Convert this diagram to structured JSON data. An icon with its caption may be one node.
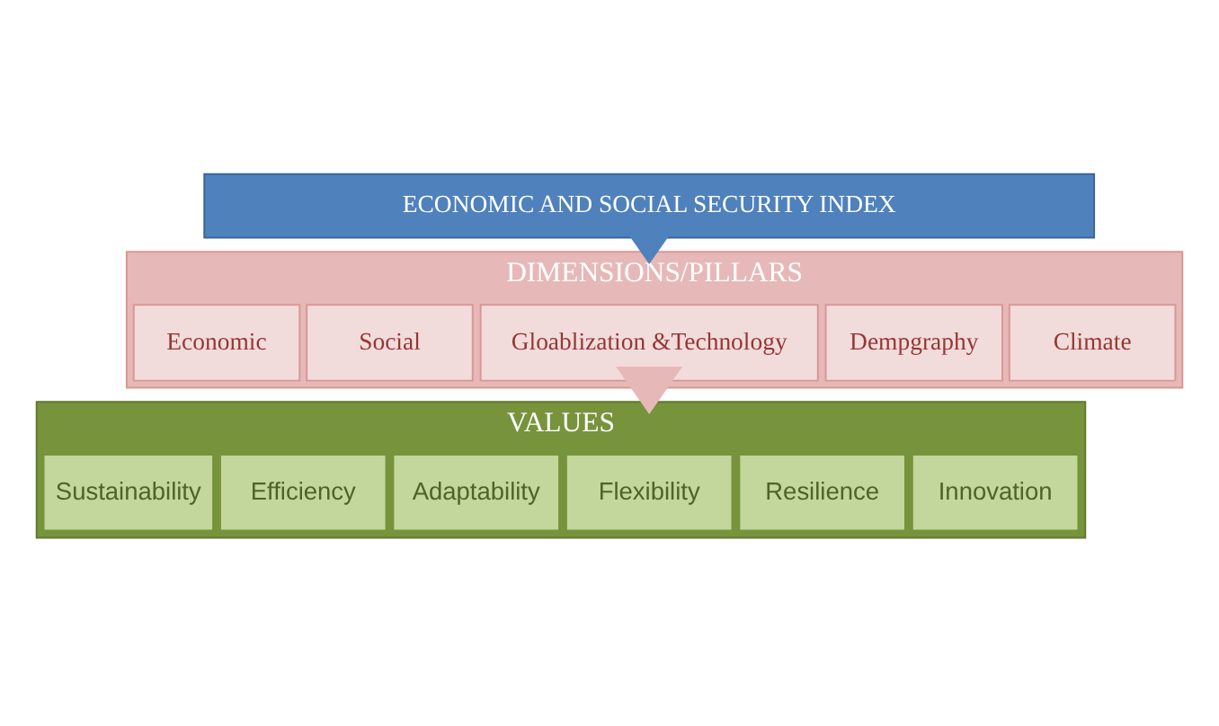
{
  "diagram": {
    "nodes": [
      {
        "text": [
          "ECONOMIC AND SOCIAL SECURITY INDEX"
        ]
      },
      {
        "text": [
          "DIMENSIONS/PILLARS"
        ]
      },
      {
        "text": [
          "Economic"
        ],
        "in": 1
      },
      {
        "text": [
          "Social"
        ],
        "in": 1
      },
      {
        "text": [
          "Gloablization &Technology"
        ],
        "in": 1
      },
      {
        "text": [
          "Dempgraphy"
        ],
        "in": 1
      },
      {
        "text": [
          "Climate"
        ],
        "in": 1
      },
      {
        "text": [
          "VALUES"
        ]
      },
      {
        "text": [
          "Sustainability"
        ],
        "in": 7
      },
      {
        "text": [
          "Efficiency"
        ],
        "in": 7
      },
      {
        "text": [
          "Adaptability"
        ],
        "in": 7
      },
      {
        "text": [
          "Flexibility"
        ],
        "in": 7
      },
      {
        "text": [
          "Resilience"
        ],
        "in": 7
      },
      {
        "text": [
          "Innovation"
        ],
        "in": 7
      }
    ],
    "edges": [
      {
        "from": 0,
        "to": 1,
        "arrow": "to",
        "style": "thick",
        "color": "#4f81bd"
      },
      {
        "from": 1,
        "to": 7,
        "arrow": "to",
        "style": "thick",
        "color": "#e6b9b8"
      }
    ]
  }
}
